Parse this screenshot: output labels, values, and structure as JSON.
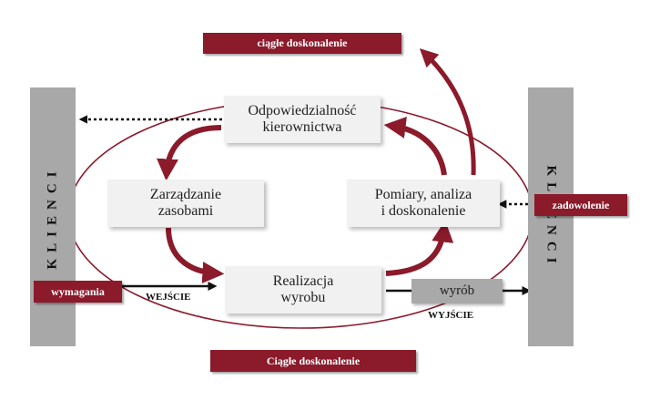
{
  "title_top": "ciągłe doskonalenie",
  "title_bottom": "Ciągłe doskonalenie",
  "clients_left": "KLIENCI",
  "clients_right": "KLIENCI",
  "processes": {
    "management": [
      "Odpowiedzialność",
      "kierownictwa"
    ],
    "resources": [
      "Zarządzanie",
      "zasobami"
    ],
    "measurement": [
      "Pomiary, analiza",
      "i doskonalenie"
    ],
    "realization": [
      "Realizacja",
      "wyrobu"
    ]
  },
  "input_tag": "wymagania",
  "input_label": "WEJŚCIE",
  "satisfaction_tag": "zadowolenie",
  "product_box": "wyrób",
  "output_label": "WYJŚCIE",
  "colors": {
    "accent": "#8b1a2b",
    "bar": "#a8a8a8",
    "box": "#f1f1f1",
    "product": "#a9a9a9"
  }
}
